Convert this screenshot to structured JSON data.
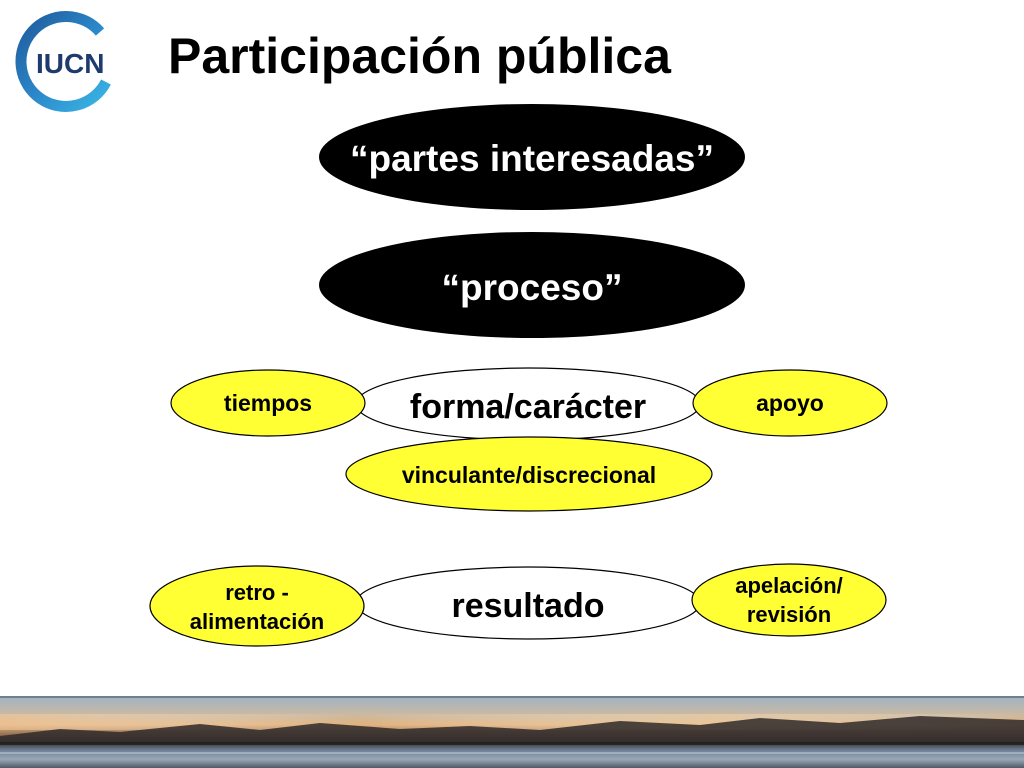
{
  "slide": {
    "title": "Participación pública",
    "logo_text": "IUCN"
  },
  "diagram": {
    "stakeholders": "“partes interesadas”",
    "process": "“proceso”",
    "form": {
      "label": "forma/carácter",
      "left": "tiempos",
      "right": "apoyo",
      "below": "vinculante/discrecional"
    },
    "result": {
      "label": "resultado",
      "left_line1": "retro -",
      "left_line2": "alimentación",
      "right_line1": "apelación/",
      "right_line2": "revisión"
    }
  },
  "colors": {
    "black_node": "#000000",
    "yellow_node": "#ffff33",
    "white_node": "#ffffff",
    "logo_blue": "#1f5b9c",
    "logo_cyan": "#3ab6e5",
    "logo_text": "#1e3a6e"
  }
}
